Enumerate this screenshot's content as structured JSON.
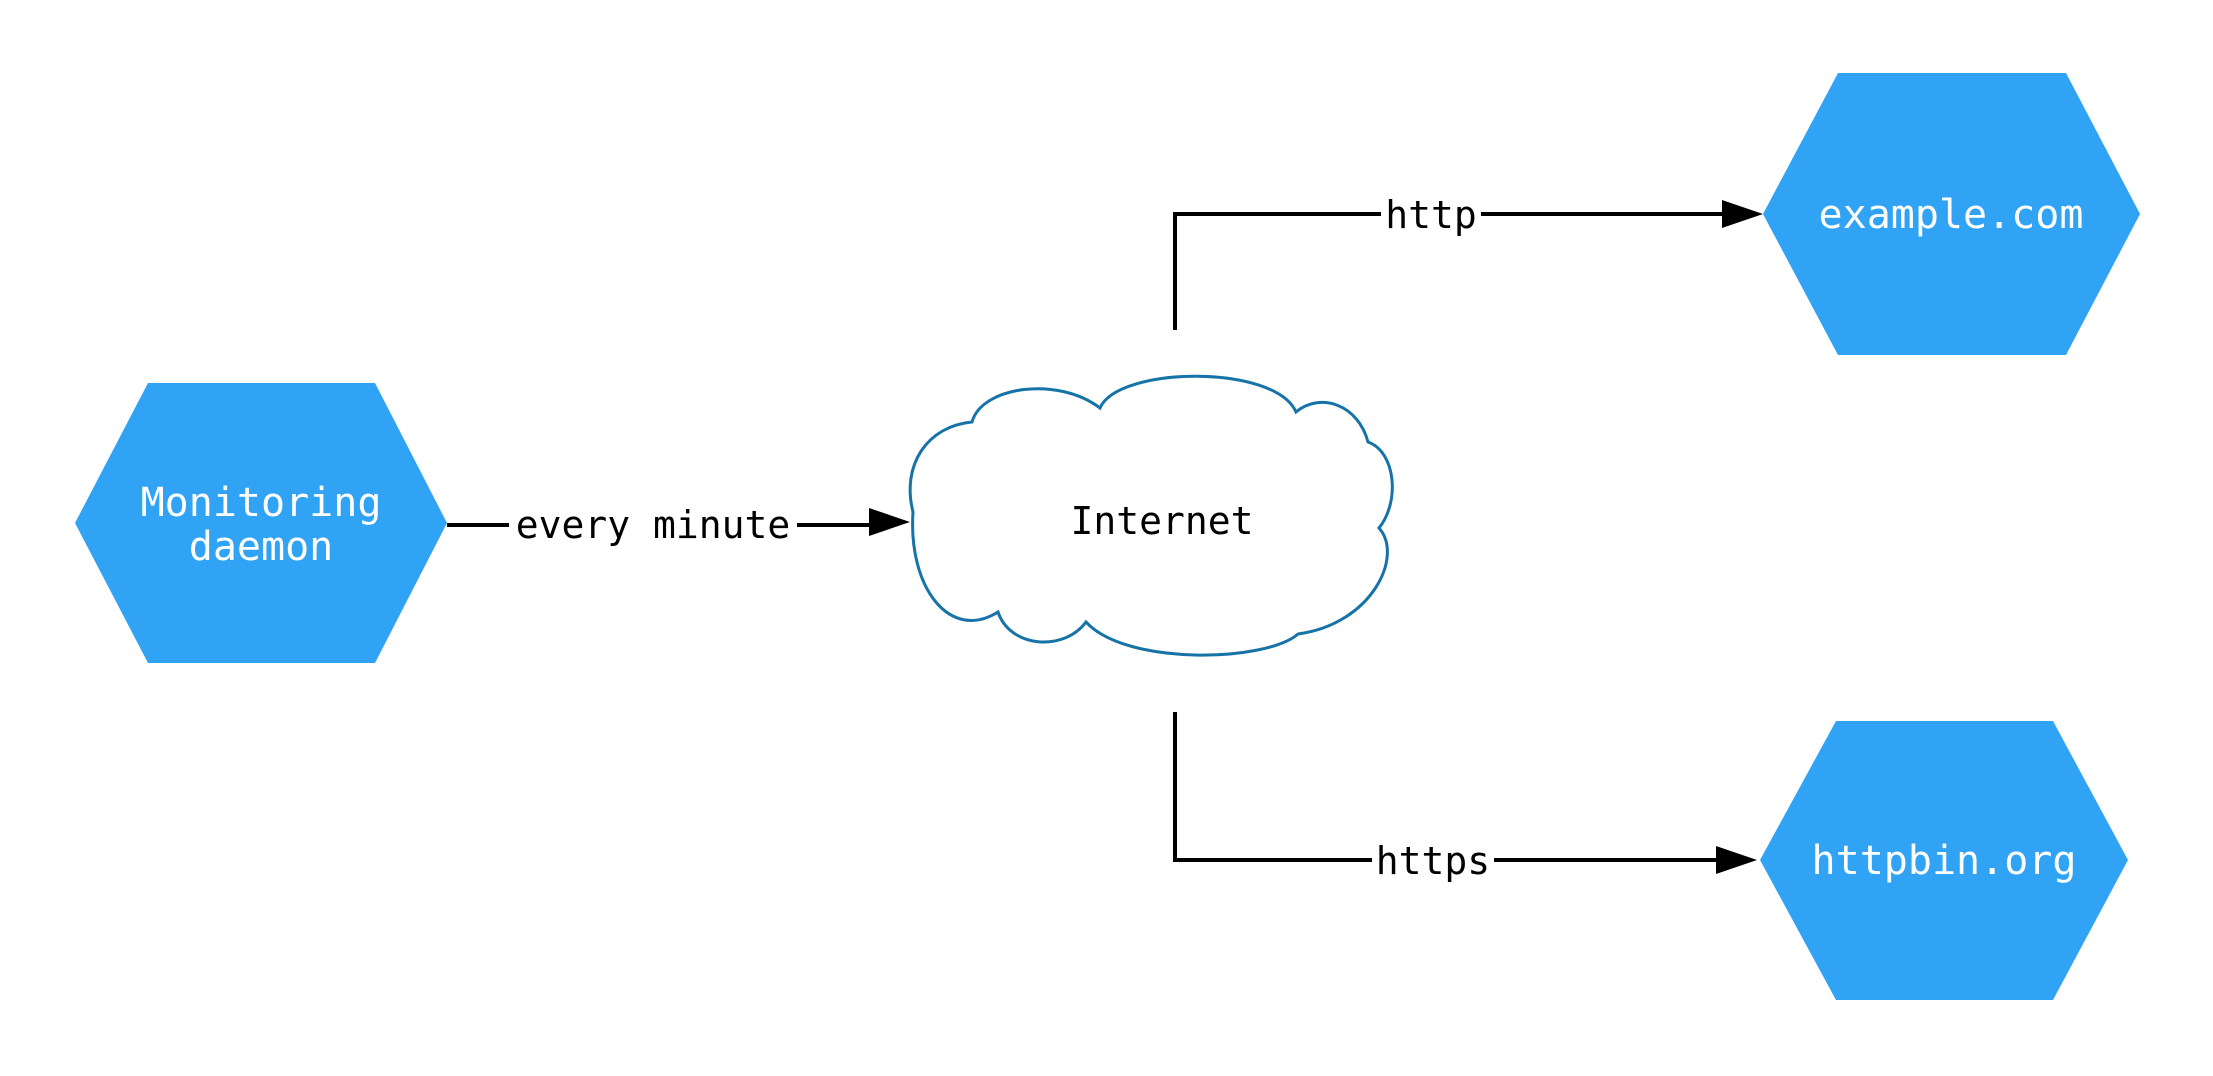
{
  "diagram": {
    "type": "flowchart",
    "background": "#ffffff",
    "colors": {
      "node_fill": "#30a3f5",
      "node_text": "#ffffff",
      "cloud_fill": "#ffffff",
      "cloud_stroke": "#1673a8",
      "edge": "#000000",
      "edge_label_text": "#000000"
    },
    "nodes": [
      {
        "id": "monitoring-daemon",
        "shape": "hexagon",
        "label": "Monitoring daemon",
        "label_lines": [
          "Monitoring",
          "daemon"
        ]
      },
      {
        "id": "internet",
        "shape": "cloud",
        "label": "Internet"
      },
      {
        "id": "example-com",
        "shape": "hexagon",
        "label": "example.com"
      },
      {
        "id": "httpbin-org",
        "shape": "hexagon",
        "label": "httpbin.org"
      }
    ],
    "edges": [
      {
        "from": "monitoring-daemon",
        "to": "internet",
        "label": "every minute"
      },
      {
        "from": "internet",
        "to": "example-com",
        "label": "http"
      },
      {
        "from": "internet",
        "to": "httpbin-org",
        "label": "https"
      }
    ]
  }
}
